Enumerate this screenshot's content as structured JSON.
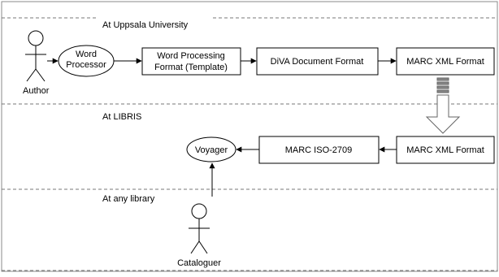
{
  "lanes": [
    {
      "label": "At Uppsala University"
    },
    {
      "label": "At LIBRIS"
    },
    {
      "label": "At any library"
    }
  ],
  "actors": {
    "author": "Author",
    "cataloguer": "Cataloguer"
  },
  "nodes": {
    "word_processor": [
      "Word",
      "Processor"
    ],
    "word_template": [
      "Word Processing",
      "Format (Template)"
    ],
    "diva_format": "DiVA Document Format",
    "marc_xml_1": "MARC XML Format",
    "marc_xml_2": "MARC XML Format",
    "marc_iso": "MARC ISO-2709",
    "voyager": "Voyager"
  }
}
